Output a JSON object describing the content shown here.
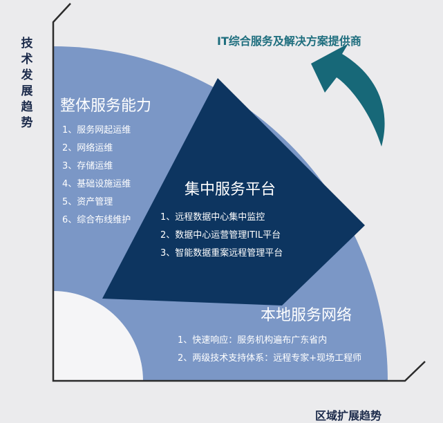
{
  "axes": {
    "y_label": "技术发展趋势",
    "x_label": "区域扩展趋势"
  },
  "arrow": {
    "label": "IT综合服务及解决方案提供商"
  },
  "sections": {
    "overall": {
      "title": "整体服务能力",
      "items": [
        "1、服务网起运维",
        "2、网络运维",
        "3、存储运维",
        "4、基础设施运维",
        "5、资产管理",
        "6、综合布线维护"
      ]
    },
    "platform": {
      "title": "集中服务平台",
      "items": [
        "1、远程数据中心集中监控",
        "2、数据中心运营管理ITIL平台",
        "3、智能数据重案远程管理平台"
      ]
    },
    "local": {
      "title": "本地服务网络",
      "items": [
        "1、快速响应：服务机构遍布广东省内",
        "2、两级技术支持体系：远程专家+现场工程师"
      ]
    }
  },
  "colors": {
    "background": "#ebebed",
    "outer_band": "#7b97c6",
    "middle_band": "#0d3560",
    "inner_circle": "#f5f5f7",
    "arrow": "#176878",
    "axis": "#2b2b2b",
    "label_text": "#1b2a4a",
    "arrow_text": "#1e6e7e"
  }
}
